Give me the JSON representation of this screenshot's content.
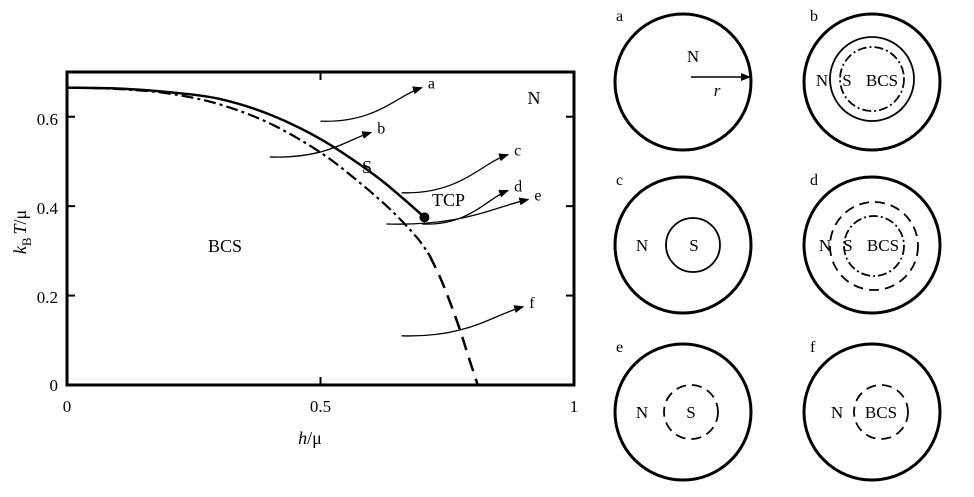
{
  "phase_diagram": {
    "x_axis": {
      "label_var": "h",
      "label_denom": "/μ",
      "ticks": [
        "0",
        "0.5",
        "1"
      ],
      "tick_values": [
        0,
        0.5,
        1
      ],
      "range": [
        0,
        1
      ]
    },
    "y_axis": {
      "label_k": "k",
      "label_sub": "B",
      "label_T": "T",
      "label_denom": "/μ",
      "ticks": [
        "0",
        "0.2",
        "0.4",
        "0.6"
      ],
      "tick_values": [
        0,
        0.2,
        0.4,
        0.6
      ],
      "range": [
        0,
        0.7
      ]
    },
    "regions": {
      "bcs": "BCS",
      "normal": "N",
      "s_label": "S",
      "tcp": "TCP"
    },
    "tricritical_point": [
      0.705,
      0.375
    ],
    "second_order_line": [
      [
        0,
        0.665
      ],
      [
        0.1,
        0.663
      ],
      [
        0.2,
        0.655
      ],
      [
        0.3,
        0.64
      ],
      [
        0.4,
        0.605
      ],
      [
        0.5,
        0.55
      ],
      [
        0.6,
        0.475
      ],
      [
        0.66,
        0.42
      ],
      [
        0.705,
        0.375
      ]
    ],
    "first_order_dashdot_line": [
      [
        0,
        0.665
      ],
      [
        0.1,
        0.662
      ],
      [
        0.2,
        0.652
      ],
      [
        0.3,
        0.628
      ],
      [
        0.4,
        0.585
      ],
      [
        0.5,
        0.52
      ],
      [
        0.58,
        0.45
      ],
      [
        0.64,
        0.39
      ],
      [
        0.69,
        0.33
      ],
      [
        0.715,
        0.29
      ]
    ],
    "first_order_dashed_line": [
      [
        0.715,
        0.29
      ],
      [
        0.74,
        0.23
      ],
      [
        0.77,
        0.14
      ],
      [
        0.79,
        0.07
      ],
      [
        0.81,
        0.0
      ]
    ],
    "trajectories": [
      {
        "label": "a",
        "start": [
          0.5,
          0.59
        ],
        "end": [
          0.7,
          0.665
        ]
      },
      {
        "label": "b",
        "start": [
          0.4,
          0.51
        ],
        "end": [
          0.6,
          0.565
        ]
      },
      {
        "label": "c",
        "start": [
          0.66,
          0.43
        ],
        "end": [
          0.87,
          0.515
        ]
      },
      {
        "label": "d",
        "start": [
          0.7,
          0.36
        ],
        "end": [
          0.87,
          0.435
        ]
      },
      {
        "label": "e",
        "start": [
          0.63,
          0.36
        ],
        "end": [
          0.91,
          0.415
        ]
      },
      {
        "label": "f",
        "start": [
          0.66,
          0.11
        ],
        "end": [
          0.9,
          0.175
        ]
      }
    ]
  },
  "panels": [
    {
      "letter": "a",
      "outer": "N",
      "arrow_label": "r",
      "rings": []
    },
    {
      "letter": "b",
      "outer": "N",
      "middle": "S",
      "inner": "BCS",
      "rings": [
        "solid",
        "dashdot"
      ]
    },
    {
      "letter": "c",
      "outer": "N",
      "middle": "S",
      "rings": [
        "solid"
      ]
    },
    {
      "letter": "d",
      "outer": "N",
      "middle": "S",
      "inner": "BCS",
      "rings": [
        "dashed",
        "dashdot"
      ]
    },
    {
      "letter": "e",
      "outer": "N",
      "middle": "S",
      "rings": [
        "dashed"
      ]
    },
    {
      "letter": "f",
      "outer": "N",
      "inner": "BCS",
      "rings": [
        "dashed"
      ]
    }
  ]
}
